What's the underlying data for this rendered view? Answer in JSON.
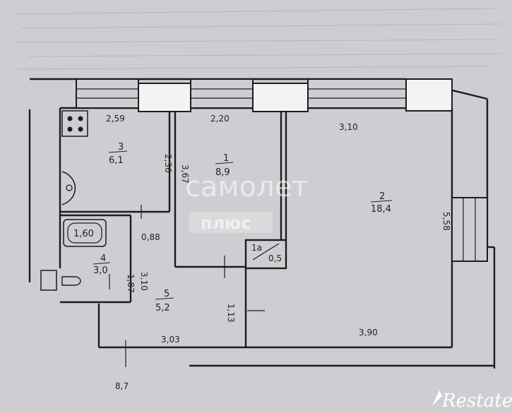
{
  "rooms": [
    {
      "number": "1",
      "area": "8,9"
    },
    {
      "number": "2",
      "area": "18,4"
    },
    {
      "number": "3",
      "area": "6,1"
    },
    {
      "number": "4",
      "area": "3,0"
    },
    {
      "number": "5",
      "area": "5,2"
    },
    {
      "number": "1а",
      "area": "0,5"
    }
  ],
  "dimensions": {
    "kitchen_width": "2,59",
    "kitchen_depth": "2,36",
    "room1_width": "2,20",
    "room1_depth": "3,67",
    "room2_width": "3,10",
    "room2_depth": "5,58",
    "room2_bottom": "3,90",
    "corridor_width": "0,88",
    "bath_depth": "1,87",
    "hall_depth": "3,10",
    "hall_width": "3,03",
    "passage": "1,13",
    "entrance": "8,7"
  },
  "bathtub_label": "1,60",
  "watermark": {
    "line1": "самолет",
    "line2": "плюс"
  },
  "brand": "Restate"
}
